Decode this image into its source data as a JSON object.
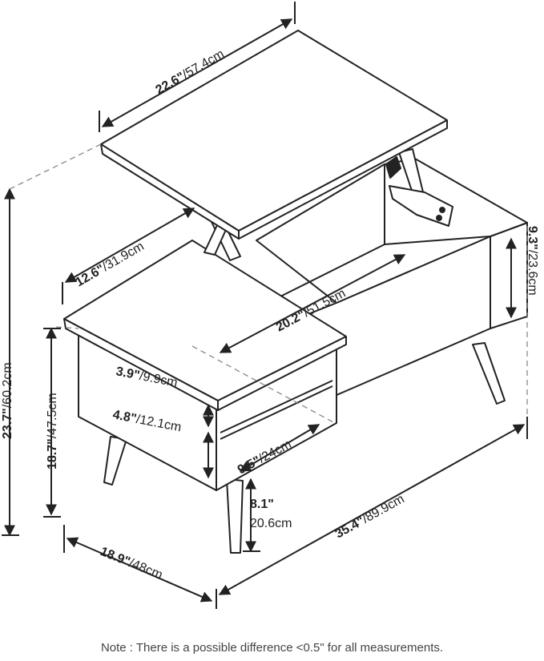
{
  "dimensions": {
    "top_width": {
      "in": "22.6\"",
      "cm": "/57.4cm"
    },
    "top_depth": {
      "in": "12.6\"",
      "cm": "/31.9cm"
    },
    "inner_length": {
      "in": "20.2\"",
      "cm": "/51.5cm"
    },
    "height_raised": {
      "in": "23.7\"",
      "cm": "/60.2cm"
    },
    "height_closed": {
      "in": "18.7\"",
      "cm": "/47.5cm"
    },
    "shelf_gap": {
      "in": "3.9\"",
      "cm": "/9.9cm"
    },
    "shelf_open": {
      "in": "4.8\"",
      "cm": "/12.1cm"
    },
    "shelf_depth": {
      "in": "9.5\"",
      "cm": "/24cm"
    },
    "storage_height": {
      "in": "9.3\"",
      "cm": "/23.6cm"
    },
    "leg_height": {
      "in": "8.1\"",
      "cm": "20.6cm"
    },
    "total_length": {
      "in": "35.4\"",
      "cm": "/89.9cm"
    },
    "total_depth": {
      "in": "18.9\"",
      "cm": "/48cm"
    }
  },
  "note": "Note : There is a possible difference <0.5\" for all measurements."
}
